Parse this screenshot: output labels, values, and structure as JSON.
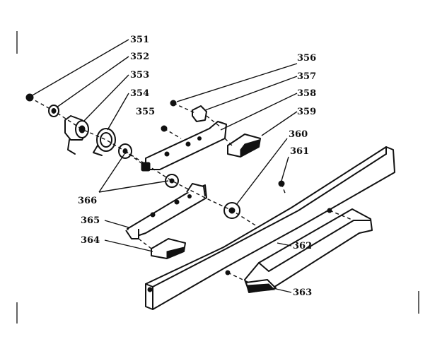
{
  "labels": {
    "p351": "351",
    "p352": "352",
    "p353": "353",
    "p354": "354",
    "p355": "355",
    "p356": "356",
    "p357": "357",
    "p358": "358",
    "p359": "359",
    "p360": "360",
    "p361": "361",
    "p362": "362",
    "p363": "363",
    "p364": "364",
    "p365": "365",
    "p366": "366"
  },
  "colors": {
    "ink": "#111111",
    "paper": "#ffffff"
  }
}
